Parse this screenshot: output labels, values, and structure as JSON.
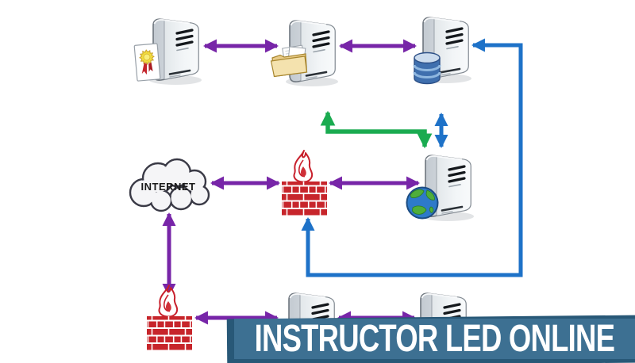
{
  "banner": {
    "label": "INSTRUCTOR LED ONLINE",
    "bg_color": "#3d7092",
    "shadow_color": "#285877",
    "text_color": "#ffffff"
  },
  "cloud": {
    "label": "INTERNET"
  },
  "colors": {
    "purple_arrow": "#7725a8",
    "blue_arrow": "#1e72c8",
    "green_arrow": "#1aab50",
    "brick_red": "#c7252b",
    "flame_red": "#c8202c",
    "background": "#ffffff"
  },
  "nodes": [
    {
      "id": "certificate-server",
      "type": "server",
      "badge": "certificate-icon",
      "position": "top-left"
    },
    {
      "id": "file-server",
      "type": "server",
      "badge": "folder-icon",
      "position": "top-middle"
    },
    {
      "id": "database-server",
      "type": "server",
      "badge": "database-icon",
      "position": "top-right"
    },
    {
      "id": "web-server",
      "type": "server",
      "badge": "globe-icon",
      "position": "middle-right"
    },
    {
      "id": "internet-cloud",
      "type": "cloud",
      "label": "INTERNET",
      "position": "middle-left"
    },
    {
      "id": "firewall-inner",
      "type": "firewall",
      "position": "middle-center"
    },
    {
      "id": "firewall-outer",
      "type": "firewall",
      "position": "bottom-left"
    },
    {
      "id": "lan-server-1",
      "type": "server",
      "position": "bottom-middle"
    },
    {
      "id": "lan-server-2",
      "type": "server",
      "position": "bottom-right"
    }
  ],
  "edges": [
    {
      "from": "certificate-server",
      "to": "file-server",
      "color": "purple",
      "style": "double-arrow"
    },
    {
      "from": "file-server",
      "to": "database-server",
      "color": "purple",
      "style": "double-arrow"
    },
    {
      "from": "database-server",
      "to": "firewall-inner",
      "color": "blue",
      "style": "double-arrow",
      "route": "down-right-edge-then-left-then-up"
    },
    {
      "from": "database-server",
      "to": "web-server",
      "color": "blue",
      "style": "double-arrow",
      "route": "vertical"
    },
    {
      "from": "file-server",
      "to": "web-server",
      "color": "green",
      "style": "double-arrow",
      "route": "elbow"
    },
    {
      "from": "internet-cloud",
      "to": "firewall-inner",
      "color": "purple",
      "style": "double-arrow"
    },
    {
      "from": "firewall-inner",
      "to": "web-server",
      "color": "purple",
      "style": "double-arrow"
    },
    {
      "from": "internet-cloud",
      "to": "firewall-outer",
      "color": "purple",
      "style": "double-arrow",
      "route": "vertical"
    },
    {
      "from": "firewall-outer",
      "to": "lan-server-1",
      "color": "purple",
      "style": "double-arrow"
    },
    {
      "from": "lan-server-1",
      "to": "lan-server-2",
      "color": "purple",
      "style": "double-arrow"
    }
  ]
}
